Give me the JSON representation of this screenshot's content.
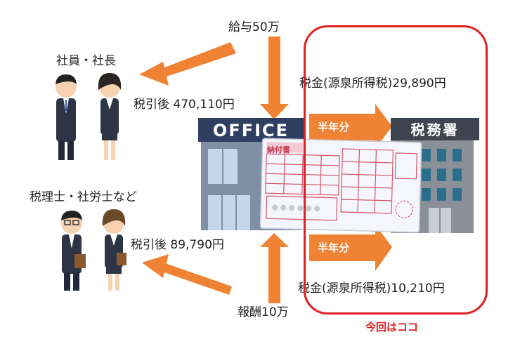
{
  "labels": {
    "employees": "社員・社長",
    "professionals": "税理士・社労士など",
    "salary_in": "給与50万",
    "salary_net": "税引後 470,110円",
    "fee_in": "報酬10万",
    "fee_net": "税引後 89,790円",
    "tax_salary": "税金(源泉所得税)29,890円",
    "tax_fee": "税金(源泉所得税)10,210円",
    "half_year_top": "半年分",
    "half_year_bottom": "半年分",
    "highlight_caption": "今回はココ"
  },
  "office": {
    "sign": "OFFICE"
  },
  "tax_office": {
    "sign": "税務署"
  },
  "form": {
    "title": "納付書"
  },
  "colors": {
    "arrow": "#ef8233",
    "highlight": "#e02020",
    "office_sign": "#2e3f62",
    "office_wall": "#7e8fa6",
    "tax_wall": "#8a9098",
    "form_red": "#d6556b"
  }
}
